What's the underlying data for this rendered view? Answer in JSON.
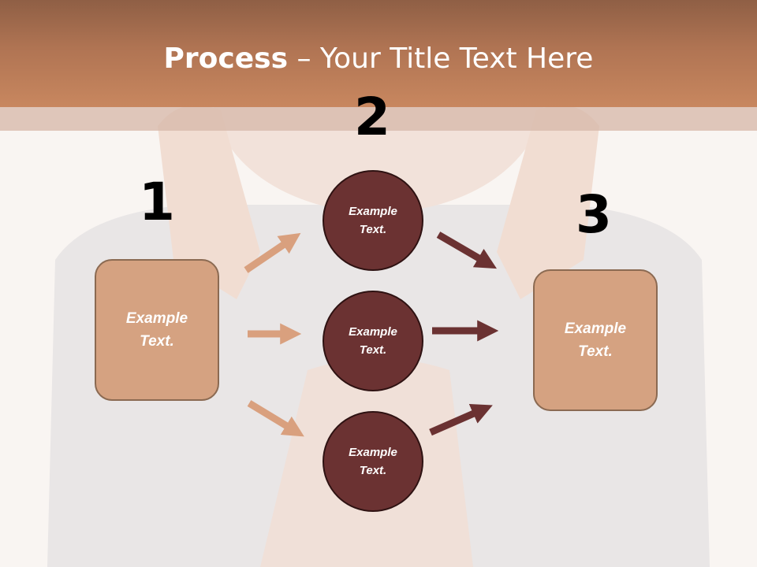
{
  "title": {
    "bold": "Process",
    "rest": " – Your Title Text Here"
  },
  "steps": [
    {
      "number": "1",
      "text": "Example\nText."
    },
    {
      "number": "2",
      "circles": [
        {
          "text": "Example\nText."
        },
        {
          "text": "Example\nText."
        },
        {
          "text": "Example\nText."
        }
      ]
    },
    {
      "number": "3",
      "text": "Example\nText."
    }
  ],
  "colors": {
    "header": "#b57a58",
    "box_fill": "#d5a281",
    "circle_fill": "#6b3232",
    "arrow_light": "#d9a07e",
    "arrow_dark": "#6b3232"
  }
}
